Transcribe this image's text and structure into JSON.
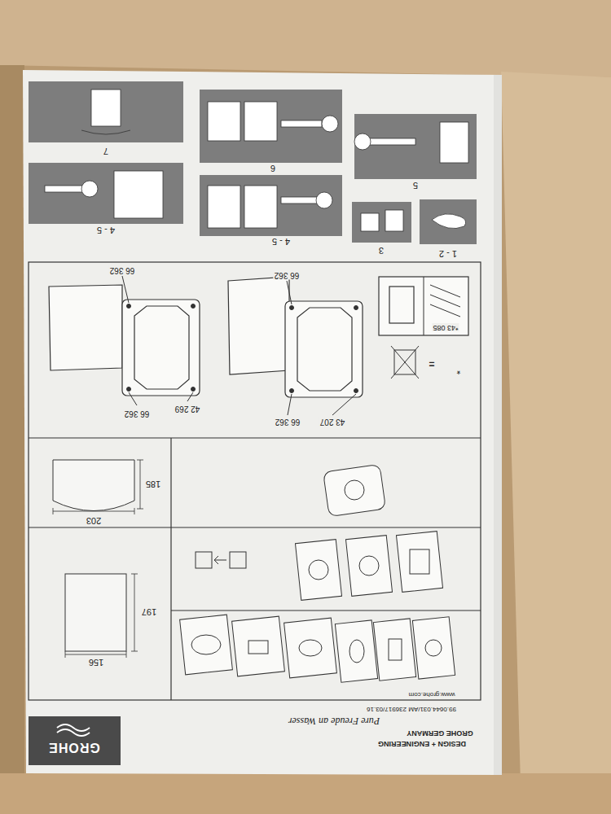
{
  "diagram": {
    "nodes": [
      {
        "text": [
          "GROHE"
        ]
      },
      {
        "text": [
          "1 - 2"
        ]
      },
      {
        "text": [
          "3"
        ]
      },
      {
        "text": [
          "4 - 5"
        ]
      },
      {
        "text": [
          "4 - 5"
        ]
      },
      {
        "text": [
          "5"
        ]
      },
      {
        "text": [
          "6"
        ]
      },
      {
        "text": [
          "7"
        ]
      }
    ],
    "labels": [
      "Pure Freude an Wasser",
      "DESIGN + ENGINEERING",
      "GROHE GERMANY",
      "99.0644.031/AM 236917/03.16",
      "www.grohe.com",
      "156",
      "197",
      "203",
      "185",
      "*43 085",
      "=",
      "*",
      "66 362",
      "43 207",
      "66 362",
      "66 362",
      "42 269",
      "66 362"
    ]
  }
}
